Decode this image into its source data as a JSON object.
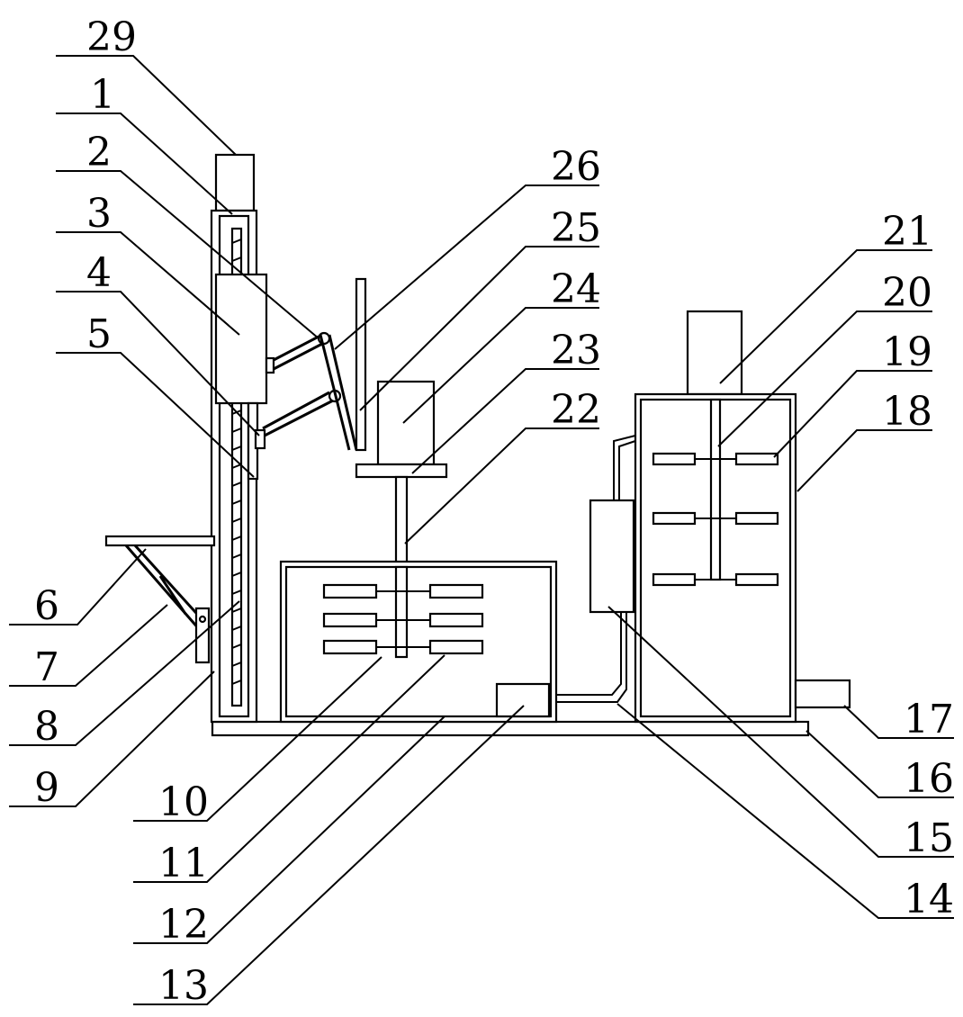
{
  "diagram": {
    "labels": [
      {
        "id": "29",
        "text": "29"
      },
      {
        "id": "1",
        "text": "1"
      },
      {
        "id": "2",
        "text": "2"
      },
      {
        "id": "3",
        "text": "3"
      },
      {
        "id": "4",
        "text": "4"
      },
      {
        "id": "5",
        "text": "5"
      },
      {
        "id": "6",
        "text": "6"
      },
      {
        "id": "7",
        "text": "7"
      },
      {
        "id": "8",
        "text": "8"
      },
      {
        "id": "9",
        "text": "9"
      },
      {
        "id": "10",
        "text": "10"
      },
      {
        "id": "11",
        "text": "11"
      },
      {
        "id": "12",
        "text": "12"
      },
      {
        "id": "13",
        "text": "13"
      },
      {
        "id": "14",
        "text": "14"
      },
      {
        "id": "15",
        "text": "15"
      },
      {
        "id": "16",
        "text": "16"
      },
      {
        "id": "17",
        "text": "17"
      },
      {
        "id": "18",
        "text": "18"
      },
      {
        "id": "19",
        "text": "19"
      },
      {
        "id": "20",
        "text": "20"
      },
      {
        "id": "21",
        "text": "21"
      },
      {
        "id": "22",
        "text": "22"
      },
      {
        "id": "23",
        "text": "23"
      },
      {
        "id": "24",
        "text": "24"
      },
      {
        "id": "25",
        "text": "25"
      },
      {
        "id": "26",
        "text": "26"
      }
    ]
  }
}
